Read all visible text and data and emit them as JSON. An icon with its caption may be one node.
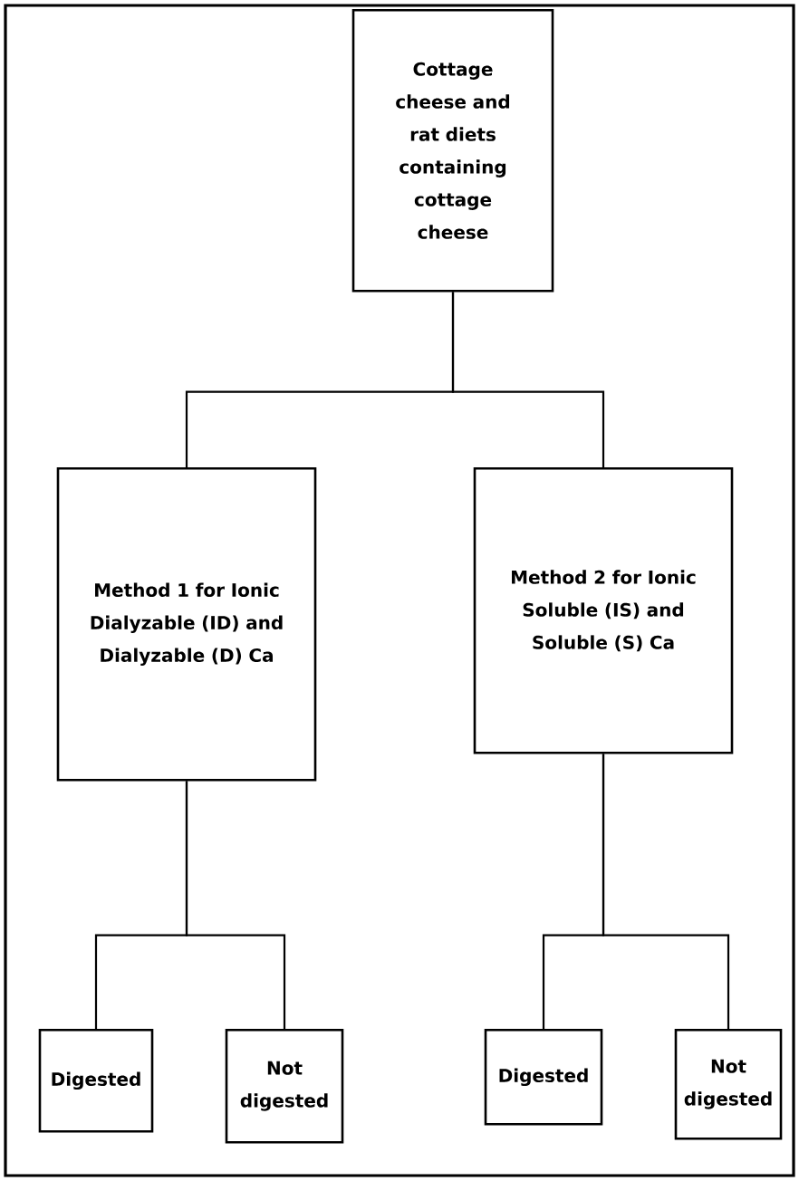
{
  "diagram": {
    "nodes": [
      {
        "text": [
          "Cottage cheese and rat diets containing cottage cheese"
        ]
      },
      {
        "text": [
          "Method 1 for Ionic Dialyzable (ID) and Dialyzable (D) Ca"
        ]
      },
      {
        "text": [
          "Method 2 for Ionic Soluble (IS) and Soluble (S) Ca"
        ]
      },
      {
        "text": [
          "Digested"
        ]
      },
      {
        "text": [
          "Not digested"
        ]
      },
      {
        "text": [
          "Digested"
        ]
      },
      {
        "text": [
          "Not digested"
        ]
      }
    ],
    "edges": [
      {
        "from": 0,
        "to": 1,
        "arrow": "none"
      },
      {
        "from": 0,
        "to": 2,
        "arrow": "none"
      },
      {
        "from": 1,
        "to": 3,
        "arrow": "none"
      },
      {
        "from": 1,
        "to": 4,
        "arrow": "none"
      },
      {
        "from": 2,
        "to": 5,
        "arrow": "none"
      },
      {
        "from": 2,
        "to": 6,
        "arrow": "none"
      }
    ]
  }
}
